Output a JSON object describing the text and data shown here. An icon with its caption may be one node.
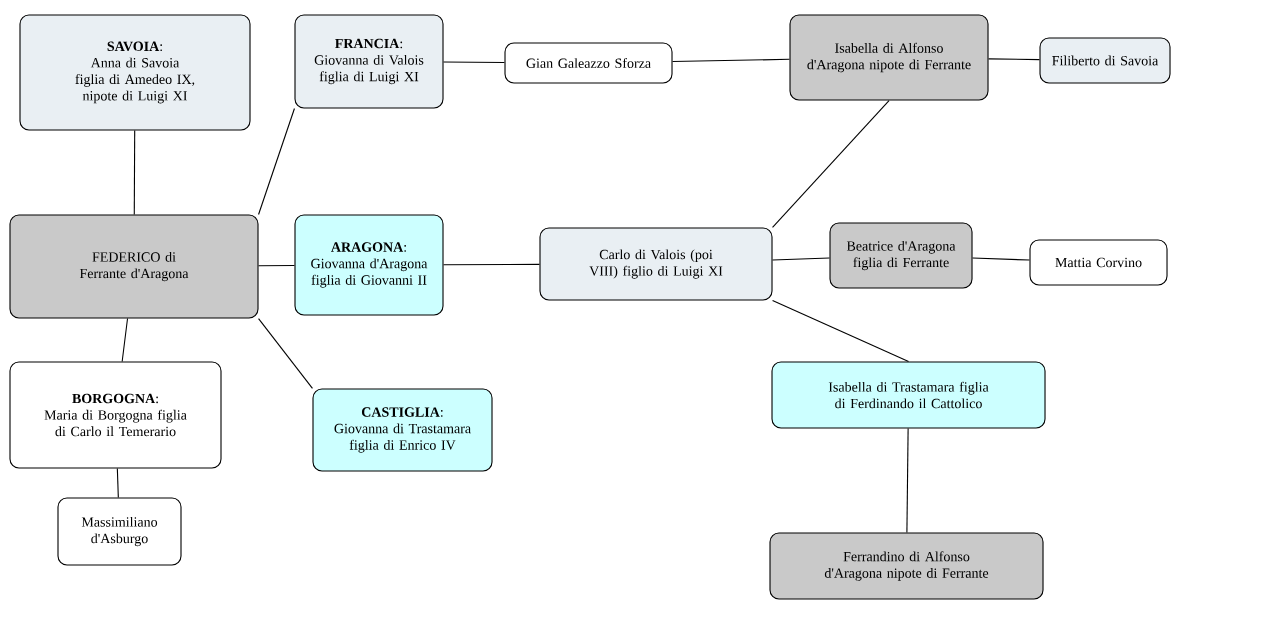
{
  "diagram": {
    "nodes": [
      {
        "text": [
          "**SAVOIA**:",
          "Anna di Savoia figlia di Amedeo IX, nipote di Luigi XI"
        ]
      },
      {
        "text": [
          "**FRANCIA**:",
          "Giovanna di Valois figlia di Luigi XI"
        ]
      },
      {
        "text": [
          "Gian Galeazzo Sforza"
        ]
      },
      {
        "text": [
          "Isabella di Alfonso d'Aragona nipote di Ferrante"
        ]
      },
      {
        "text": [
          "Filiberto di Savoia"
        ]
      },
      {
        "text": [
          "FEDERICO di Ferrante d'Aragona"
        ]
      },
      {
        "text": [
          "**ARAGONA**:",
          "Giovanna d'Aragona figlia di Giovanni II"
        ]
      },
      {
        "text": [
          "Carlo di Valois (poi VIII) figlio di Luigi XI"
        ]
      },
      {
        "text": [
          "Beatrice d'Aragona figlia di Ferrante"
        ]
      },
      {
        "text": [
          "Mattia Corvino"
        ]
      },
      {
        "text": [
          "**BORGOGNA**:",
          "Maria di Borgogna figlia di Carlo il Temerario"
        ]
      },
      {
        "text": [
          "**CASTIGLIA**:",
          "Giovanna di Trastamara figlia di Enrico IV"
        ]
      },
      {
        "text": [
          "Isabella di Trastamara figlia di Ferdinando il Cattolico"
        ]
      },
      {
        "text": [
          "Massimiliano d'Asburgo"
        ]
      },
      {
        "text": [
          "Ferrandino di Alfonso d'Aragona nipote di Ferrante"
        ]
      }
    ],
    "edges": [
      {
        "from": 0,
        "to": 5,
        "arrow": "none"
      },
      {
        "from": 1,
        "to": 5,
        "arrow": "none"
      },
      {
        "from": 1,
        "to": 2,
        "arrow": "none"
      },
      {
        "from": 2,
        "to": 3,
        "arrow": "none"
      },
      {
        "from": 3,
        "to": 4,
        "arrow": "none"
      },
      {
        "from": 3,
        "to": 7,
        "arrow": "none"
      },
      {
        "from": 5,
        "to": 6,
        "arrow": "none"
      },
      {
        "from": 6,
        "to": 7,
        "arrow": "none"
      },
      {
        "from": 7,
        "to": 8,
        "arrow": "none"
      },
      {
        "from": 8,
        "to": 9,
        "arrow": "none"
      },
      {
        "from": 5,
        "to": 10,
        "arrow": "none"
      },
      {
        "from": 5,
        "to": 11,
        "arrow": "none"
      },
      {
        "from": 7,
        "to": 12,
        "arrow": "none"
      },
      {
        "from": 10,
        "to": 13,
        "arrow": "none"
      },
      {
        "from": 12,
        "to": 14,
        "arrow": "none"
      }
    ]
  }
}
